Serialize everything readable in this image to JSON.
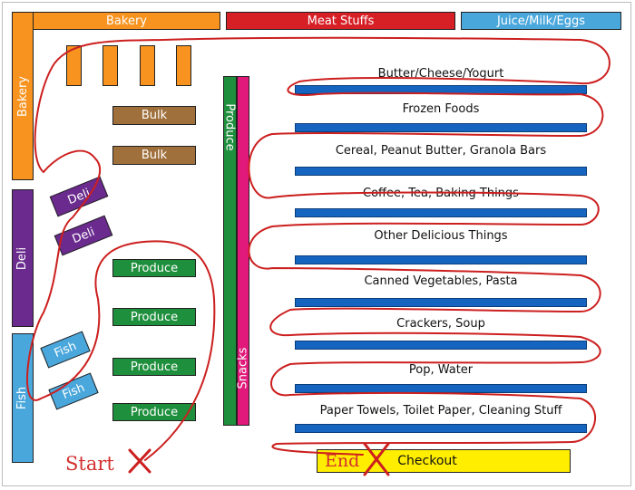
{
  "colors": {
    "orange": "#f7931e",
    "red": "#d71f26",
    "light_blue": "#4aa7dc",
    "brown": "#a0703c",
    "purple": "#6a2a8e",
    "green": "#1e8f3c",
    "magenta": "#e0197a",
    "aisle_blue": "#1565c0",
    "yellow": "#ffee00",
    "route_red": "#cc1f1f"
  },
  "top_sections": {
    "bakery": "Bakery",
    "meat": "Meat Stuffs",
    "juice": "Juice/Milk/Eggs"
  },
  "side_sections": {
    "bakery": "Bakery",
    "deli": "Deli",
    "fish": "Fish"
  },
  "bulk": [
    "Bulk",
    "Bulk"
  ],
  "deli_counters": [
    "Deli",
    "Deli"
  ],
  "fish_counters": [
    "Fish",
    "Fish"
  ],
  "produce_tables": [
    "Produce",
    "Produce",
    "Produce",
    "Produce"
  ],
  "center": {
    "produce": "Produce",
    "snacks": "Snacks"
  },
  "aisles": [
    "Butter/Cheese/Yogurt",
    "Frozen Foods",
    "Cereal, Peanut Butter, Granola Bars",
    "Coffee, Tea, Baking Things",
    "Other Delicious Things",
    "Canned Vegetables, Pasta",
    "Crackers, Soup",
    "Pop, Water",
    "Paper Towels, Toilet Paper, Cleaning Stuff"
  ],
  "checkout": {
    "end_label": "End",
    "label": "Checkout"
  },
  "start_label": "Start",
  "marker_symbol": "X"
}
